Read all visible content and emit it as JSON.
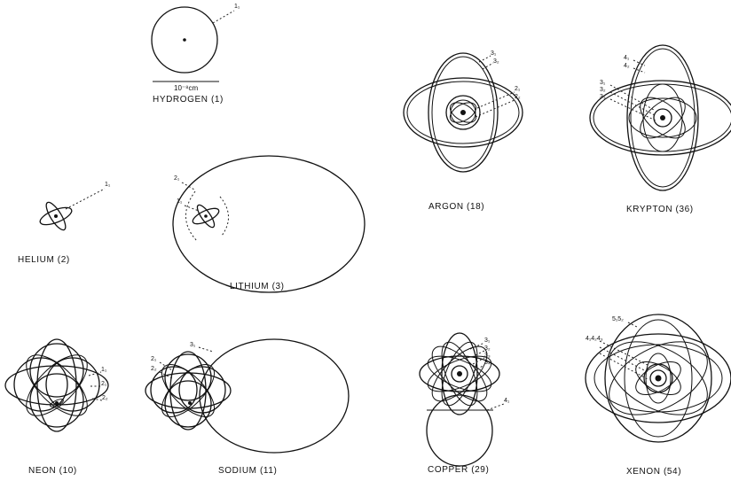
{
  "atoms": {
    "hydrogen": {
      "name": "HYDROGEN (1)",
      "scale": "10⁻⁸cm",
      "orbits": [
        "1₁"
      ]
    },
    "helium": {
      "name": "HELIUM (2)",
      "orbits": [
        "1₁"
      ]
    },
    "lithium": {
      "name": "LITHIUM (3)",
      "orbits": [
        "2₁",
        "1₁"
      ]
    },
    "argon": {
      "name": "ARGON (18)",
      "orbits": [
        "3₁",
        "3₂",
        "2₁",
        "2₂"
      ]
    },
    "krypton": {
      "name": "KRYPTON (36)",
      "orbits": [
        "4₁",
        "4₂",
        "3₁",
        "3₂",
        "3₃"
      ]
    },
    "neon": {
      "name": "NEON (10)",
      "orbits": [
        "1₁",
        "2₁",
        "2₂"
      ]
    },
    "sodium": {
      "name": "SODIUM (11)",
      "orbits": [
        "2₁",
        "2₂",
        "3₁"
      ]
    },
    "copper": {
      "name": "COPPER (29)",
      "orbits": [
        "3₁",
        "3₂",
        "3₃",
        "3₄",
        "4₁"
      ]
    },
    "xenon": {
      "name": "XENON (54)",
      "orbits": [
        "5₁5₂",
        "4₁4₂4₃"
      ]
    }
  }
}
